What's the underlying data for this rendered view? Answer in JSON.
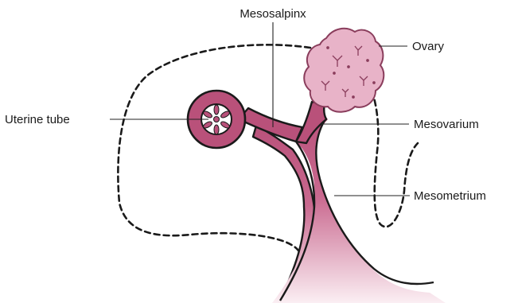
{
  "labels": {
    "mesosalpinx": "Mesosalpinx",
    "ovary": "Ovary",
    "uterine_tube": "Uterine tube",
    "mesovarium": "Mesovarium",
    "mesometrium": "Mesometrium"
  },
  "colors": {
    "tissue_dark": "#b9517a",
    "tissue_light": "#f7e3ea",
    "ovary_fill": "#e8b3c8",
    "ovary_stroke": "#8a3d5c",
    "line": "#1a1a1a"
  }
}
